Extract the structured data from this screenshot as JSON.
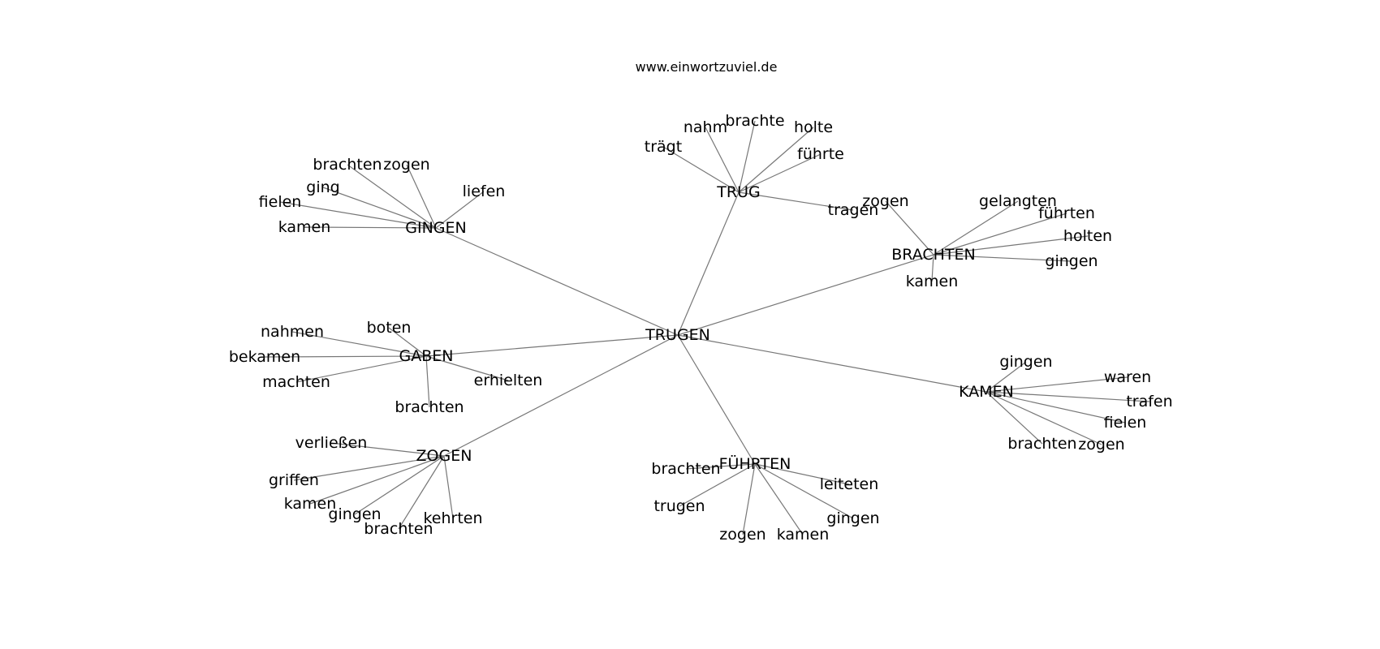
{
  "source_text": "www.einwortzuviel.de",
  "center": "TRUGEN",
  "clusters": [
    {
      "hub": "TRUG",
      "words": [
        "trägt",
        "nahm",
        "brachte",
        "holte",
        "führte",
        "tragen"
      ]
    },
    {
      "hub": "GINGEN",
      "words": [
        "brachten",
        "zogen",
        "ging",
        "fielen",
        "kamen",
        "liefen"
      ]
    },
    {
      "hub": "BRACHTEN",
      "words": [
        "zogen",
        "gelangten",
        "führten",
        "holten",
        "gingen",
        "kamen"
      ]
    },
    {
      "hub": "GABEN",
      "words": [
        "nahmen",
        "boten",
        "bekamen",
        "machten",
        "erhielten",
        "brachten"
      ]
    },
    {
      "hub": "KAMEN",
      "words": [
        "gingen",
        "waren",
        "trafen",
        "fielen",
        "brachten",
        "zogen"
      ]
    },
    {
      "hub": "ZOGEN",
      "words": [
        "verließen",
        "griffen",
        "kamen",
        "gingen",
        "brachten",
        "kehrten"
      ]
    },
    {
      "hub": "FÜHRTEN",
      "words": [
        "brachten",
        "leiteten",
        "trugen",
        "gingen",
        "zogen",
        "kamen"
      ]
    }
  ]
}
